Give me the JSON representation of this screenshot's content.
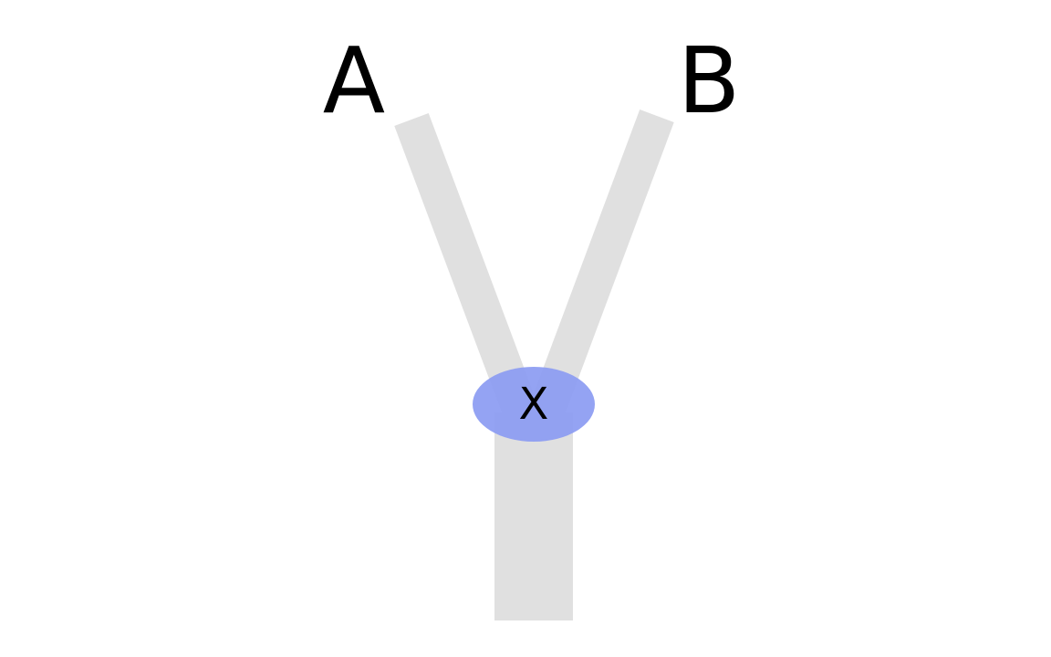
{
  "diagram": {
    "branches": [
      {
        "label": "A"
      },
      {
        "label": "B"
      }
    ],
    "junction": {
      "label": "X"
    },
    "colors": {
      "branch": "#e0e0e0",
      "junction": "#8c9cf2",
      "text": "#000000",
      "background": "#ffffff"
    }
  }
}
